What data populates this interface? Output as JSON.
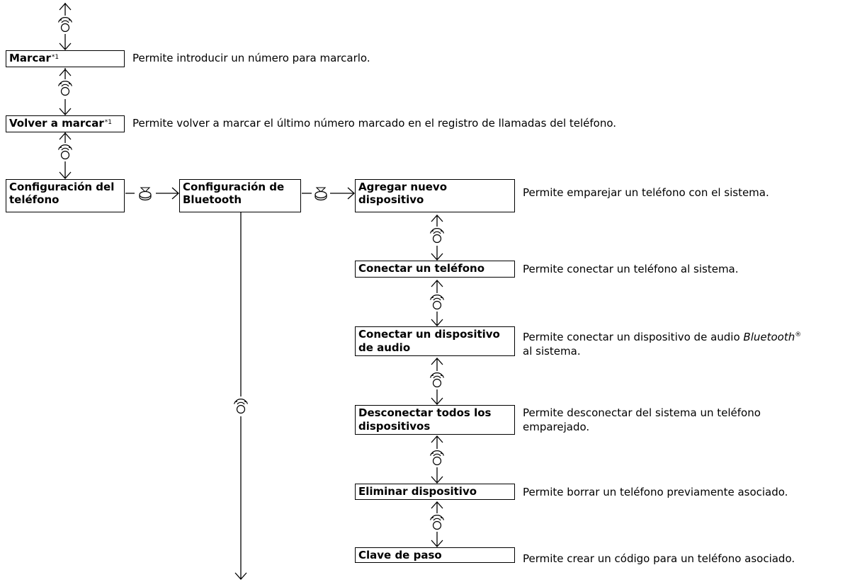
{
  "menu": {
    "dial": {
      "label": "Marcar",
      "note_mark": "*1",
      "desc": "Permite introducir un número para marcarlo."
    },
    "redial": {
      "label": "Volver a marcar",
      "note_mark": "*1",
      "desc": "Permite volver a marcar el último número marcado en el registro de llamadas del teléfono."
    },
    "phone_settings": {
      "label_line1": "Configuración del",
      "label_line2": "teléfono"
    },
    "bluetooth_settings": {
      "label_line1": "Configuración de",
      "label_line2": "Bluetooth"
    },
    "submenu": [
      {
        "line1": "Agregar nuevo",
        "line2": "dispositivo",
        "desc1": "Permite emparejar un teléfono con el sistema.",
        "desc2": ""
      },
      {
        "line1": "Conectar un teléfono",
        "line2": "",
        "desc1": "Permite conectar un teléfono al sistema.",
        "desc2": ""
      },
      {
        "line1": "Conectar un dispositivo",
        "line2": "de audio",
        "desc1_pre": "Permite conectar un dispositivo de audio ",
        "desc1_italic": "Bluetooth",
        "desc1_mark": "®",
        "desc2": "al sistema."
      },
      {
        "line1": "Desconectar todos los",
        "line2": "dispositivos",
        "desc1": "Permite desconectar del sistema un teléfono",
        "desc2": "emparejado."
      },
      {
        "line1": "Eliminar dispositivo",
        "line2": "",
        "desc1": "Permite borrar un teléfono previamente asociado.",
        "desc2": ""
      },
      {
        "line1": "Clave de paso",
        "line2": "",
        "desc1": "Permite crear un código para un teléfono asociado.",
        "desc2": ""
      }
    ]
  },
  "icons": {
    "rotate_knob": "rotate-selector-knob-icon",
    "press_knob": "press-selector-knob-icon",
    "arrow_up": "up-arrow-icon",
    "arrow_down": "down-arrow-icon",
    "arrow_right": "right-arrow-icon"
  }
}
